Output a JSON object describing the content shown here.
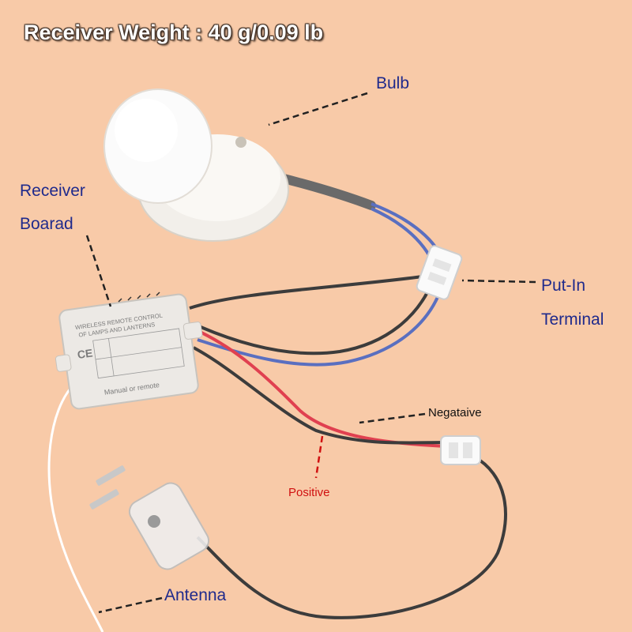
{
  "title": "Receiver Weight : 40 g/0.09 lb",
  "labels": {
    "bulb": "Bulb",
    "receiver_line1": "Receiver",
    "receiver_line2": "Boarad",
    "put_in_line1": "Put-In",
    "put_in_line2": "Terminal",
    "negative": "Negataive",
    "positive": "Positive",
    "antenna": "Antenna"
  },
  "board": {
    "line1": "WIRELESS REMOTE CONTROL",
    "line2": "OF LAMPS AND LANTERNS",
    "mark": "CE",
    "footer": "Manual or remote"
  },
  "colors": {
    "background": "#f8caa8",
    "label_text": "#1f2a8c",
    "positive_label": "#d01010",
    "wire_red": "#e04050",
    "wire_black": "#3c3c3c",
    "wire_blue": "#5a6fc0"
  }
}
